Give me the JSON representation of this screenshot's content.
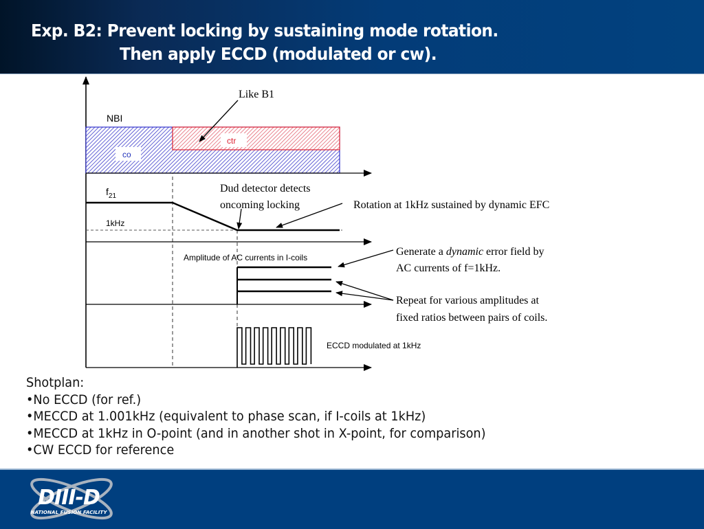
{
  "header": {
    "title_line1": "Exp. B2: Prevent locking by sustaining mode rotation.",
    "title_line2": "Then apply ECCD (modulated or cw)."
  },
  "diagram": {
    "nbi_label": "NBI",
    "co_label": "co",
    "ctr_label": "ctr",
    "like_b1_note": "Like B1",
    "f21_label": "f",
    "f21_subscript": "21",
    "khz_label": "1kHz",
    "dud_detector_note_line1": "Dud detector detects",
    "dud_detector_note_line2": "oncoming locking",
    "rotation_note": "Rotation at 1kHz sustained by dynamic EFC",
    "icoil_label": "Amplitude of AC currents in I-coils",
    "generate_note_line1_pre": "Generate a ",
    "generate_note_line1_em": "dynamic",
    "generate_note_line1_post": " error field by",
    "generate_note_line2": "AC currents of f=1kHz.",
    "repeat_note_line1": "Repeat for various amplitudes at",
    "repeat_note_line2": "fixed ratios between pairs of coils.",
    "eccd_label": "ECCD modulated at 1kHz",
    "eccd_pulse_count": 9,
    "icoil_amplitude_levels": 3,
    "colors": {
      "co_beam": "#3333cc",
      "ctr_beam": "#dd2233",
      "axis": "#000000"
    }
  },
  "shotplan": {
    "heading": "Shotplan:",
    "items": [
      "•No ECCD (for ref.)",
      "•MECCD at 1.001kHz (equivalent to phase scan, if I-coils at 1kHz)",
      "•MECCD at 1kHz in O-point (and in another shot in X-point, for comparison)",
      "•CW ECCD for reference"
    ]
  },
  "footer": {
    "logo_text": "DIII-D",
    "logo_subtext": "NATIONAL FUSION FACILITY"
  }
}
